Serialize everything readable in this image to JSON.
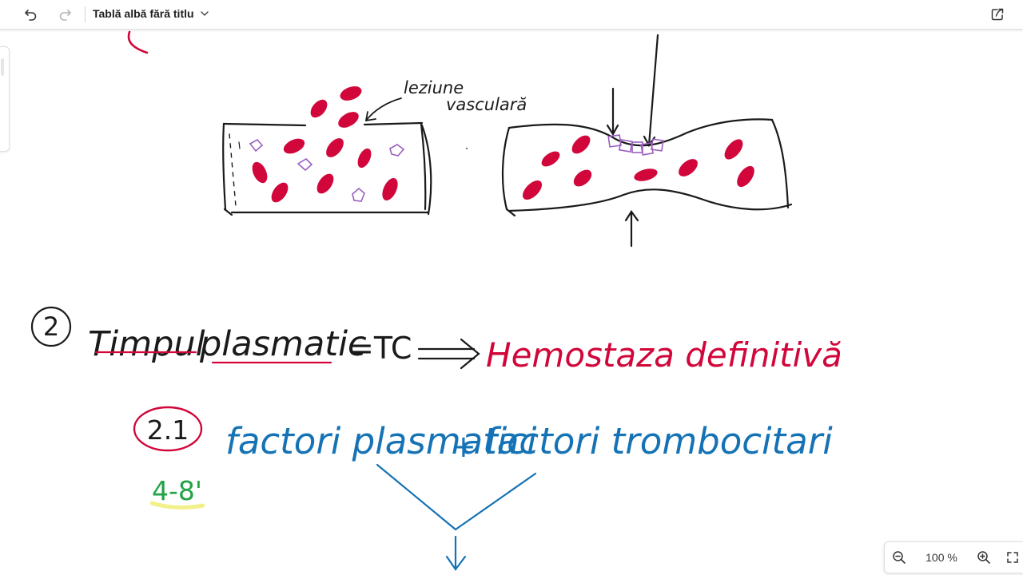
{
  "app": {
    "title": "Tablă albă fără titlu"
  },
  "toolbar": {
    "undo_icon": "undo-icon",
    "redo_icon": "redo-icon",
    "title_menu_icon": "chevron-down-icon",
    "share_icon": "share-icon"
  },
  "board": {
    "lesion_label_line1": "leziune",
    "lesion_label_line2": "vasculară",
    "section2_number": "2",
    "section2_word1": "Timpul",
    "section2_word2": "plasmatic",
    "section2_eq": "=TC",
    "section2_result": "Hemostaza definitivă",
    "section21_number": "2.1",
    "section21_text1": "factori plasmatici",
    "section21_plus": "+",
    "section21_text2": "factori trombocitari",
    "time_label": "4-8'",
    "colors": {
      "ink": "#1a1a1a",
      "red": "#d1063a",
      "blue": "#1573b5",
      "green": "#22a347",
      "highlight": "#f2f08a",
      "platelet": "#9b5fc0"
    }
  },
  "zoom": {
    "level": "100 %",
    "zoom_out_icon": "zoom-out-icon",
    "zoom_in_icon": "zoom-in-icon"
  }
}
